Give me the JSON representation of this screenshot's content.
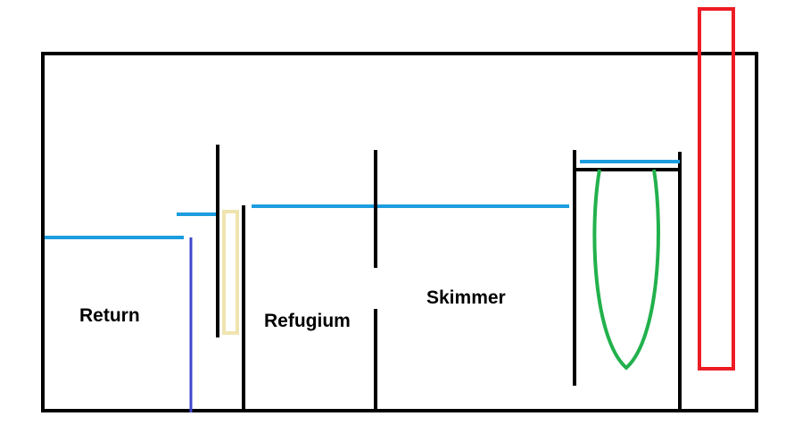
{
  "diagram": {
    "labels": {
      "return": "Return",
      "refugium": "Refugium",
      "skimmer": "Skimmer"
    },
    "colors": {
      "outline": "#000000",
      "water_level": "#1b9ddf",
      "return_pipe": "#3f48cc",
      "filter_sock": "#efe4b0",
      "skimmer_body": "#22b14c",
      "overflow_pipe": "#ed1c24"
    }
  }
}
